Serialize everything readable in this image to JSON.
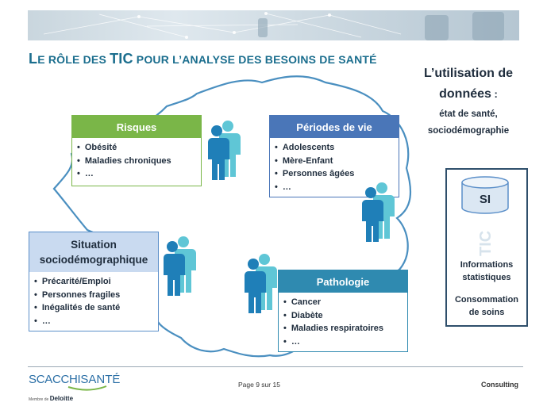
{
  "title": {
    "prefix_big": "L",
    "prefix": "e rôle des ",
    "tic": "TIC",
    "rest_big": " ",
    "rest": "pour l’analyse des besoins de santé"
  },
  "usage": {
    "line1": "L’utilisation de",
    "line2": "données",
    "colon": " :",
    "sub1": "état de santé,",
    "sub2": "sociodémographie"
  },
  "boxes": {
    "risques": {
      "title": "Risques",
      "items": [
        "Obésité",
        "Maladies chroniques",
        "…"
      ]
    },
    "periodes": {
      "title": "Périodes de vie",
      "items": [
        "Adolescents",
        "Mère-Enfant",
        "Personnes âgées",
        "…"
      ]
    },
    "situation": {
      "title_line1": "Situation",
      "title_line2": "sociodémographique",
      "items": [
        "Précarité/Emploi",
        "Personnes fragiles",
        "Inégalités de santé",
        "…"
      ]
    },
    "pathologie": {
      "title": "Pathologie",
      "items": [
        "Cancer",
        "Diabète",
        "Maladies respiratoires",
        "…"
      ]
    }
  },
  "si_panel": {
    "label": "SI",
    "tic_watermark": "TIC",
    "info_line1": "Informations",
    "info_line2": "statistiques",
    "conso_line1": "Consommation",
    "conso_line2": "de soins"
  },
  "footer": {
    "logo_scacchi": "SCACCHI",
    "logo_sante": "SANTÉ",
    "member_prefix": "Membre de",
    "member_brand": "Deloitte",
    "page": "Page 9 sur 15",
    "right": "Consulting"
  },
  "colors": {
    "title": "#1b6e8e",
    "risques": "#7ab648",
    "periodes": "#4a76b8",
    "situation": "#c9daf0",
    "pathologie": "#2f8ab0",
    "person_dark": "#1f7fb8",
    "person_light": "#5fc6d6"
  }
}
